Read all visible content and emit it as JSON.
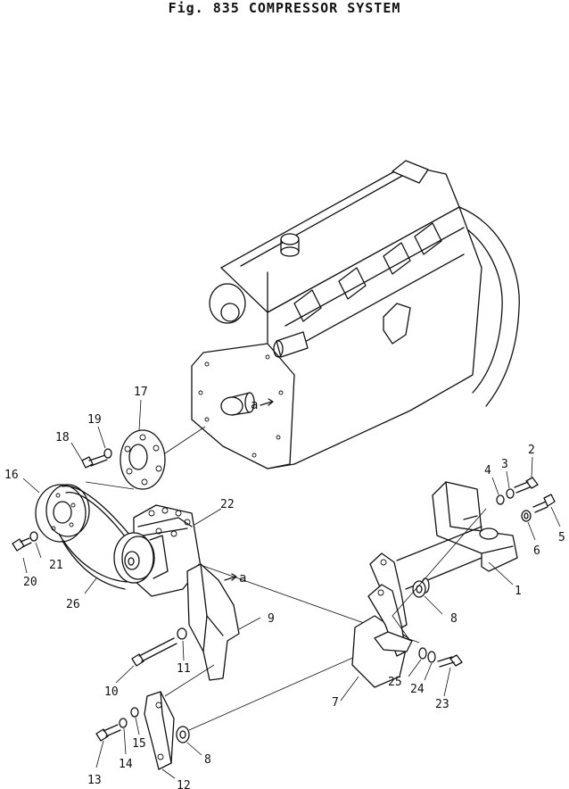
{
  "title": "Fig. 835   COMPRESSOR SYSTEM",
  "view_marker": "a",
  "parts": [
    {
      "no": "1"
    },
    {
      "no": "2"
    },
    {
      "no": "3"
    },
    {
      "no": "4"
    },
    {
      "no": "5"
    },
    {
      "no": "6"
    },
    {
      "no": "7"
    },
    {
      "no": "8"
    },
    {
      "no": "8"
    },
    {
      "no": "9"
    },
    {
      "no": "10"
    },
    {
      "no": "11"
    },
    {
      "no": "12"
    },
    {
      "no": "13"
    },
    {
      "no": "14"
    },
    {
      "no": "15"
    },
    {
      "no": "16"
    },
    {
      "no": "17"
    },
    {
      "no": "18"
    },
    {
      "no": "19"
    },
    {
      "no": "20"
    },
    {
      "no": "21"
    },
    {
      "no": "22"
    },
    {
      "no": "23"
    },
    {
      "no": "24"
    },
    {
      "no": "25"
    },
    {
      "no": "26"
    }
  ]
}
